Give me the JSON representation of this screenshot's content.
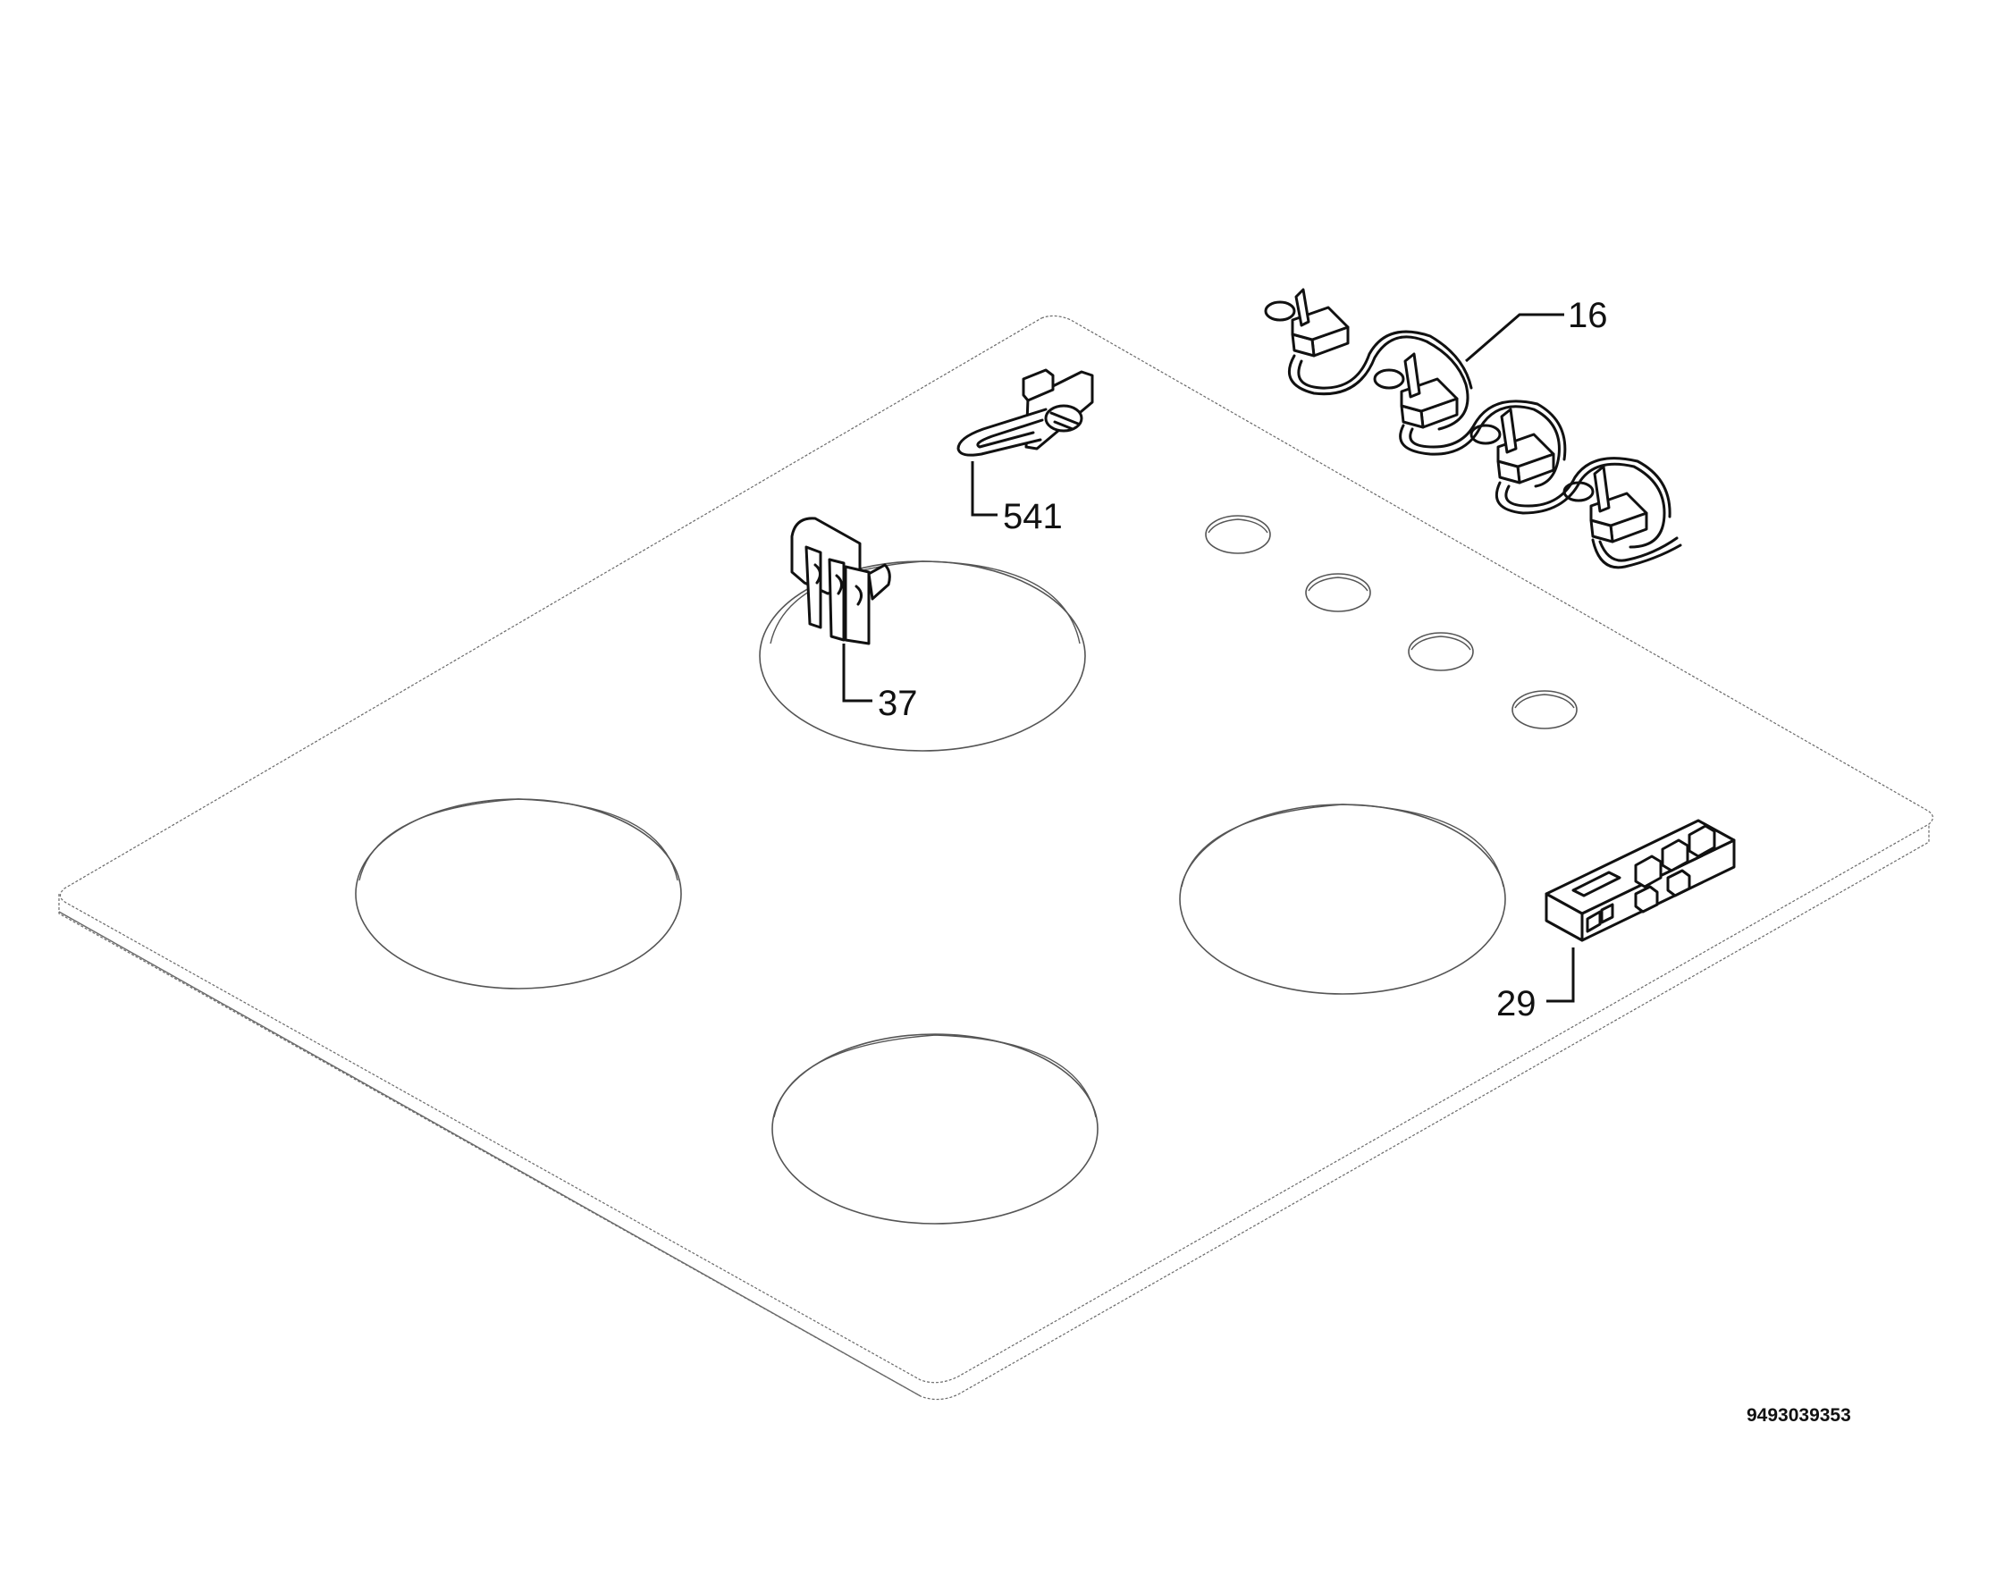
{
  "diagram": {
    "document_number": "9493039353",
    "callouts": [
      {
        "id": "16",
        "label": "16"
      },
      {
        "id": "541",
        "label": "541"
      },
      {
        "id": "37",
        "label": "37"
      },
      {
        "id": "29",
        "label": "29"
      }
    ]
  }
}
